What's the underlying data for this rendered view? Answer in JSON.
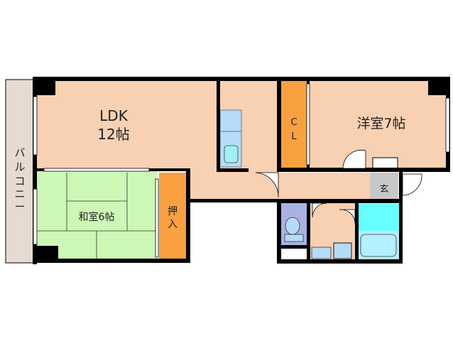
{
  "floor_plan": {
    "rooms": {
      "ldk": {
        "name": "LDK",
        "size": "12帖"
      },
      "washitsu": {
        "label": "和室6帖"
      },
      "oshiire": {
        "label": [
          "押",
          "入"
        ]
      },
      "closet": {
        "label": [
          "C",
          "L"
        ]
      },
      "youshitsu": {
        "label": "洋室7帖"
      },
      "genkan": {
        "label": "玄"
      },
      "balcony": {
        "label": [
          "バ",
          "ル",
          "コ",
          "ニ",
          "ー"
        ]
      }
    },
    "colors": {
      "living": "#f8d0b2",
      "tatami": "#ccf7b4",
      "storage": "#f9a041",
      "kitchen": "#b4dcf8",
      "toilet": "#aab2e4",
      "bath": "#66ffff",
      "tub": "#b4f0ff",
      "genkan": "#c8c8c8",
      "balcony": "#e6dad2",
      "wall": "#000000"
    }
  }
}
